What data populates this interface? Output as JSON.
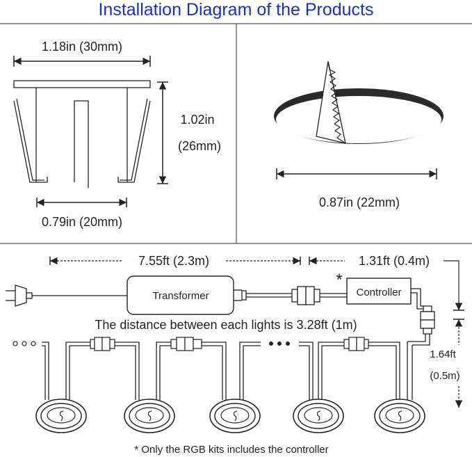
{
  "title": "Installation Diagram of the Products",
  "colors": {
    "title": "#1733b8",
    "line": "#222222"
  },
  "top_left": {
    "width_top": "1.18in (30mm)",
    "height_in": "1.02in",
    "height_mm": "(26mm)",
    "width_bottom": "0.79in (20mm)"
  },
  "top_right": {
    "hole_width": "0.87in (22mm)"
  },
  "wiring": {
    "dist_transformer": "7.55ft (2.3m)",
    "dist_controller": "1.31ft (0.4m)",
    "transformer_label": "Transformer",
    "controller_label": "Controller",
    "asterisk": "*",
    "spacing_note": "The distance between each lights is 3.28ft (1m)",
    "drop_ft": "1.64ft",
    "drop_m": "(0.5m)",
    "footnote": "* Only the RGB kits includes the controller"
  }
}
